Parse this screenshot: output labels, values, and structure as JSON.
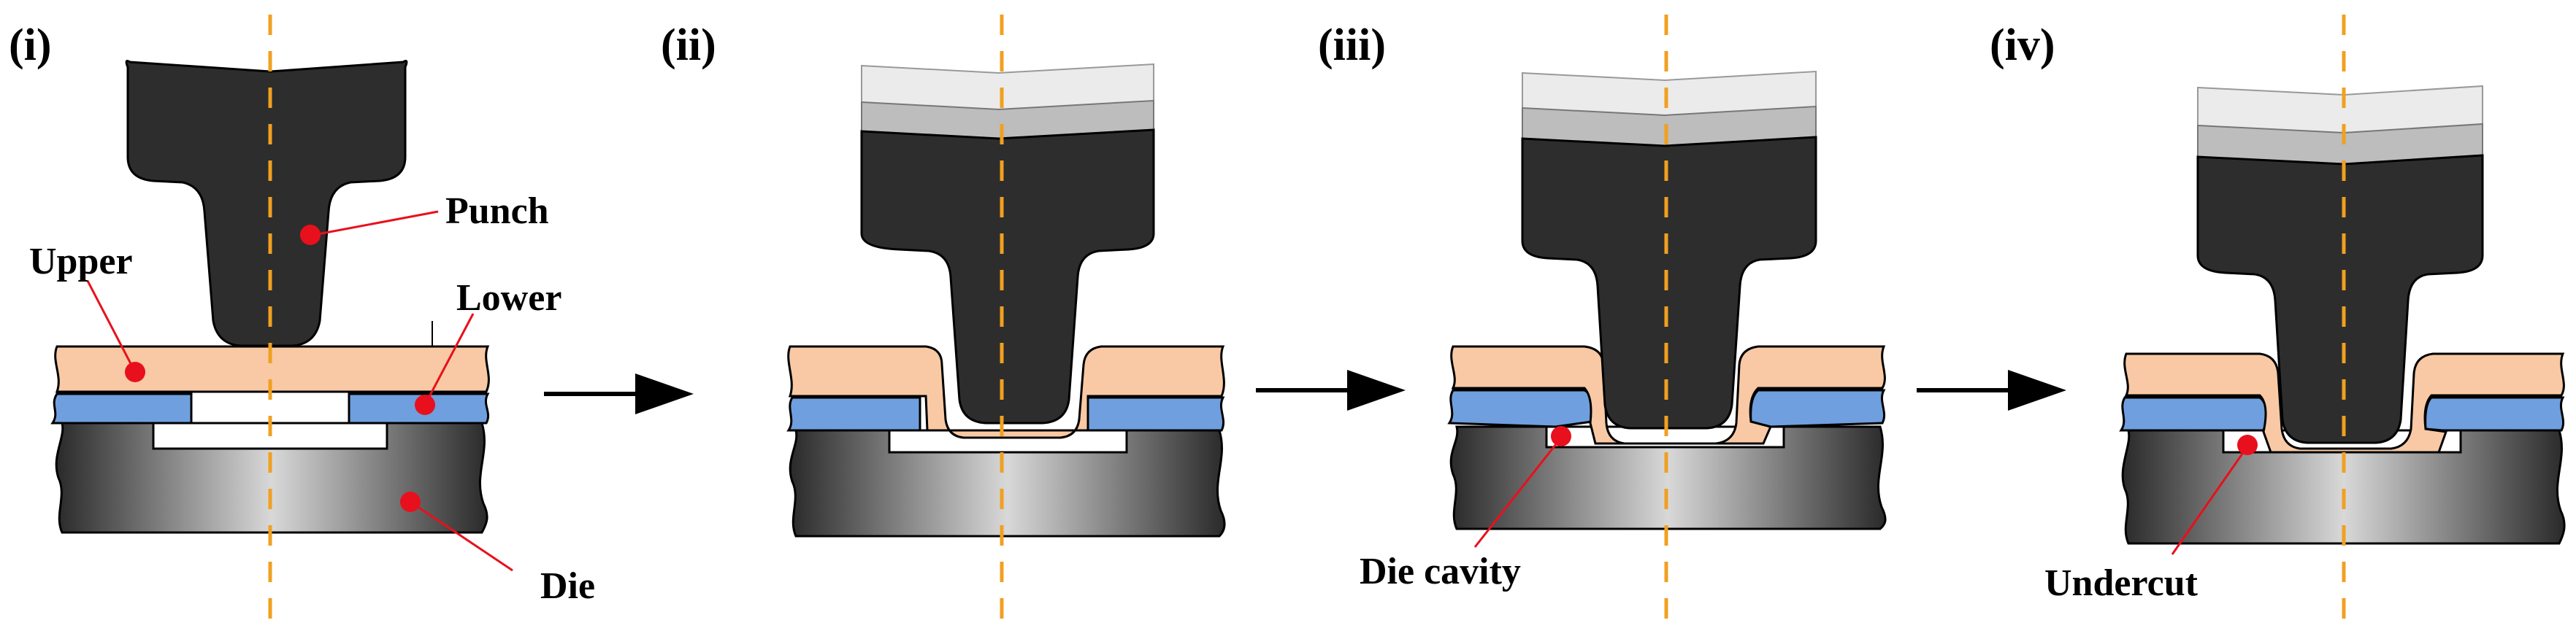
{
  "stages": [
    {
      "id": "i",
      "label": "(i)"
    },
    {
      "id": "ii",
      "label": "(ii)"
    },
    {
      "id": "iii",
      "label": "(iii)"
    },
    {
      "id": "iv",
      "label": "(iv)"
    }
  ],
  "labels": {
    "punch": "Punch",
    "upper": "Upper",
    "lower": "Lower",
    "die": "Die",
    "die_cavity": "Die cavity",
    "undercut": "Undercut"
  },
  "colors": {
    "punch": "#2d2d2d",
    "upper_sheet": "#f8c9a4",
    "lower_sheet": "#6f9fde",
    "die_gradient": [
      "#2a2a2a",
      "#d6d6d6",
      "#2a2a2a"
    ],
    "centerline": "#f0a020",
    "marker": "#e8101c",
    "arrow": "#000000"
  },
  "icons": {
    "arrow": "right-arrow-icon",
    "marker": "red-dot-marker"
  }
}
